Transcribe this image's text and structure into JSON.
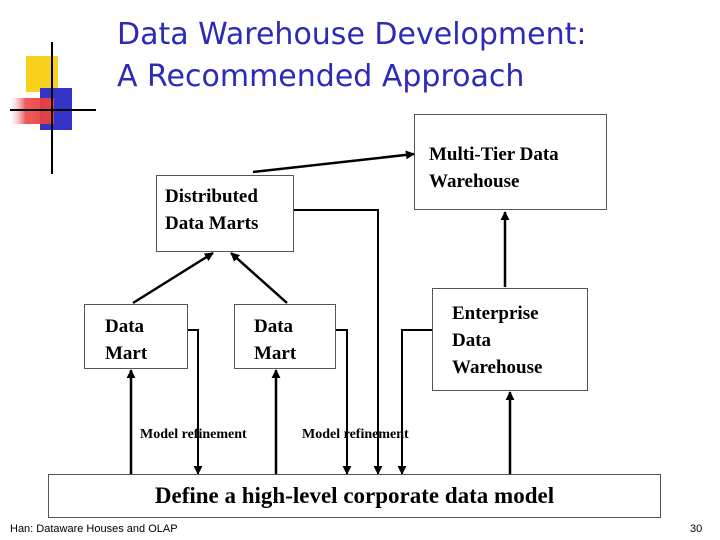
{
  "title": {
    "line1": "Data Warehouse Development:",
    "line2": "A Recommended Approach"
  },
  "nodes": {
    "multi_tier": {
      "line1": "Multi-Tier Data",
      "line2": "Warehouse"
    },
    "distributed": {
      "line1": "Distributed",
      "line2": "Data Marts"
    },
    "data_mart_1": {
      "line1": "Data",
      "line2": "Mart"
    },
    "data_mart_2": {
      "line1": "Data",
      "line2": "Mart"
    },
    "enterprise": {
      "line1": "Enterprise",
      "line2": "Data",
      "line3": "Warehouse"
    },
    "corporate_model": {
      "label": "Define a high-level corporate data model"
    }
  },
  "edge_labels": {
    "refinement_1": "Model refinement",
    "refinement_2": "Model refinement"
  },
  "colors": {
    "title": "#2b2bb8",
    "logo_yellow": "#f7d11b",
    "logo_blue": "#3434c8",
    "logo_red": "#e94040"
  },
  "footer": {
    "source": "Han: Dataware Houses and OLAP",
    "page_number": "30"
  }
}
